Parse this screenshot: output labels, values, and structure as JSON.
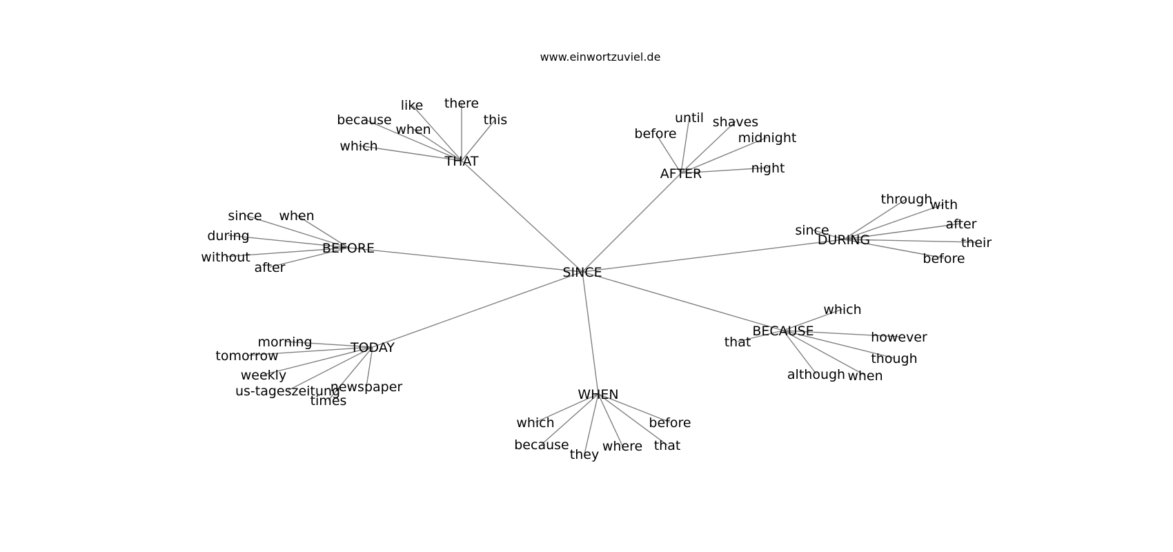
{
  "site_title": "www.einwortzuviel.de",
  "colors": {
    "edge": "#808080",
    "text": "#000000",
    "background": "#ffffff"
  },
  "root": "SINCE",
  "hubs": [
    {
      "label": "THAT",
      "leaves": [
        "which",
        "because",
        "when",
        "like",
        "there",
        "this"
      ]
    },
    {
      "label": "AFTER",
      "leaves": [
        "before",
        "until",
        "shaves",
        "midnight",
        "night"
      ]
    },
    {
      "label": "DURING",
      "leaves": [
        "since",
        "through",
        "with",
        "after",
        "their",
        "before"
      ]
    },
    {
      "label": "BEFORE",
      "leaves": [
        "since",
        "when",
        "during",
        "without",
        "after"
      ]
    },
    {
      "label": "BECAUSE",
      "leaves": [
        "which",
        "that",
        "however",
        "though",
        "although",
        "when"
      ]
    },
    {
      "label": "TODAY",
      "leaves": [
        "morning",
        "tomorrow",
        "weekly",
        "us-tageszeitung",
        "times",
        "newspaper"
      ]
    },
    {
      "label": "WHEN",
      "leaves": [
        "which",
        "because",
        "they",
        "where",
        "that",
        "before"
      ]
    }
  ]
}
